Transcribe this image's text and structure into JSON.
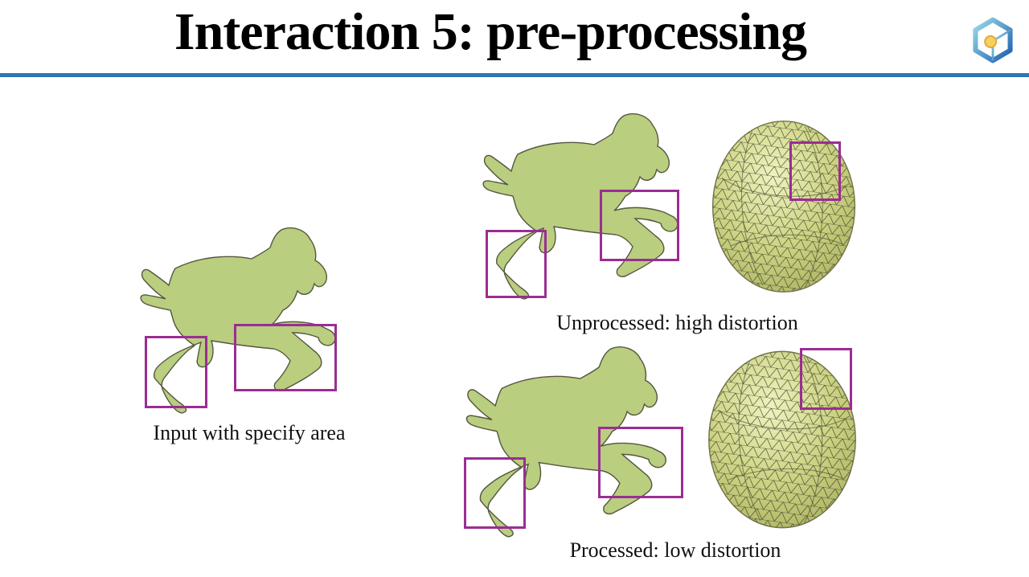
{
  "slide": {
    "title": "Interaction 5: pre-processing"
  },
  "figures": {
    "input": {
      "caption": "Input with specify area",
      "image": "horse-silhouette-with-two-highlight-boxes"
    },
    "unprocessed": {
      "caption": "Unprocessed: high distortion",
      "images": [
        "horse-silhouette-with-two-highlight-boxes",
        "triangulated-mesh-sphere-with-highlight-box"
      ]
    },
    "processed": {
      "caption": "Processed: low distortion",
      "images": [
        "horse-silhouette-with-two-highlight-boxes",
        "triangulated-mesh-sphere-with-highlight-box"
      ]
    }
  },
  "logo": {
    "name": "cube-brand-logo"
  },
  "colors": {
    "rule-blue": "#2e74b8",
    "highlight-purple": "#9b2d93",
    "horse-fill": "#b9ce7f",
    "horse-stroke": "#55573f",
    "mesh-light": "#eff2bd",
    "mesh-mid": "#ccd280",
    "mesh-dark": "#a9af5d",
    "title-color": "#000000"
  }
}
